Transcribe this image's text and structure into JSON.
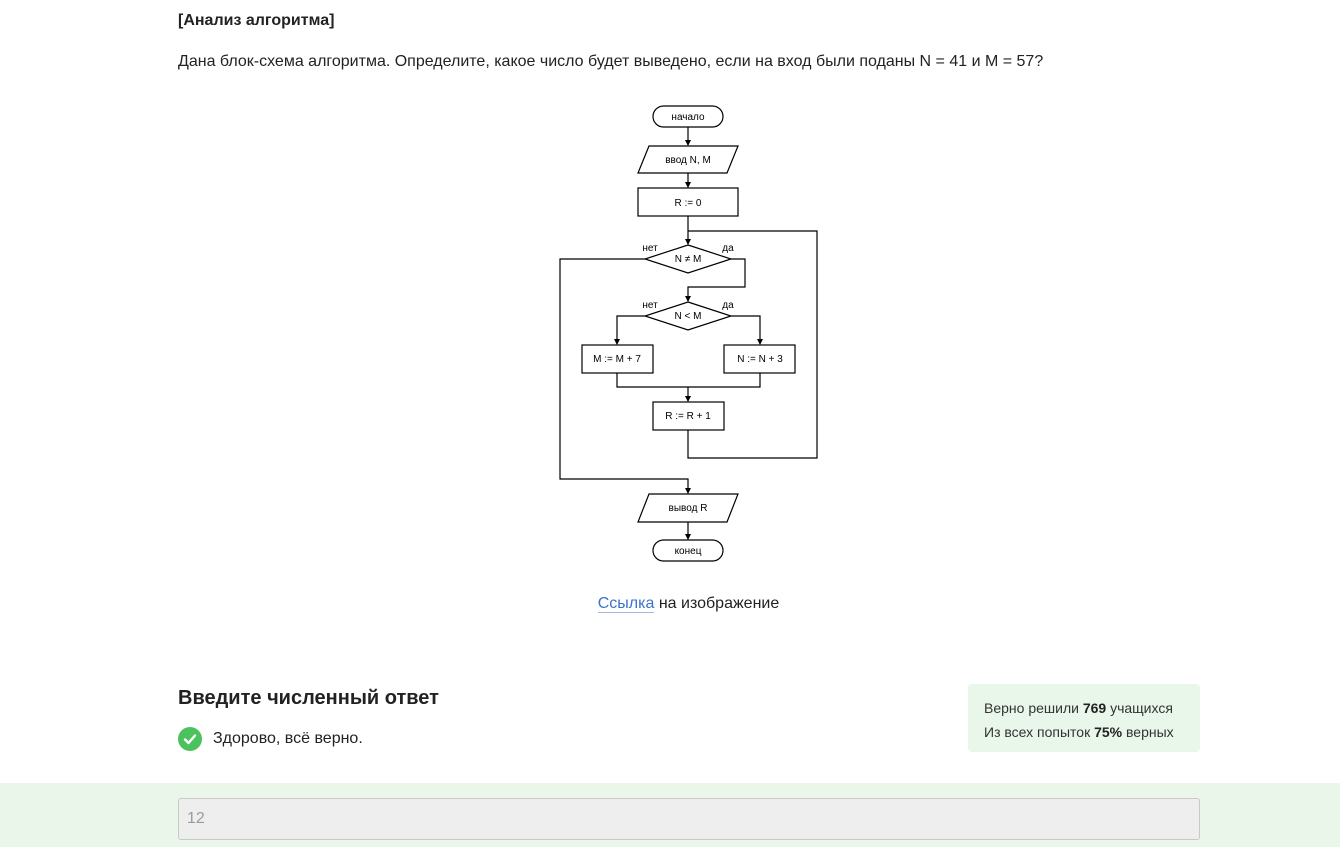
{
  "task": {
    "title": "[Анализ алгоритма]",
    "question": "Дана блок-схема алгоритма. Определите, какое число будет выведено, если на вход были поданы N = 41 и M = 57?"
  },
  "flowchart": {
    "start": "начало",
    "input": "ввод N, M",
    "init": "R := 0",
    "cond1": "N ≠ M",
    "cond1_no": "нет",
    "cond1_yes": "да",
    "cond2": "N < M",
    "cond2_no": "нет",
    "cond2_yes": "да",
    "branch_no": "M := M + 7",
    "branch_yes": "N := N + 3",
    "increment": "R := R + 1",
    "output": "вывод R",
    "end": "конец"
  },
  "image_caption": {
    "link_text": "Ссылка",
    "rest": " на изображение"
  },
  "answer": {
    "heading": "Введите численный ответ",
    "result_text": "Здорово, всё верно.",
    "input_value": "12"
  },
  "stats": {
    "line1_prefix": "Верно решили ",
    "solved_count": "769",
    "line1_suffix": " учащихся",
    "line2_prefix": "Из всех попыток ",
    "correct_percent": "75%",
    "line2_suffix": " верных"
  },
  "colors": {
    "success_green": "#4cc25e",
    "stats_background": "#e9f6ea",
    "band_background": "#eaf6e9",
    "link_blue": "#3b73c9"
  },
  "icons": {
    "result": "check-circle-icon"
  }
}
